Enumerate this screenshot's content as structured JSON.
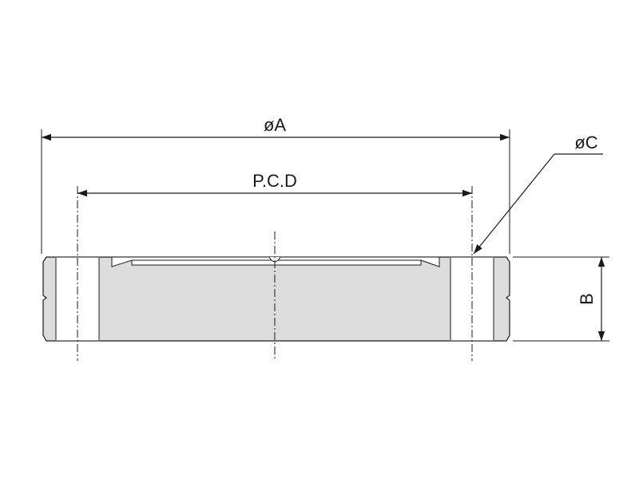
{
  "labels": {
    "outer_diameter": "øA",
    "pitch_circle": "P.C.D",
    "hole_diameter": "øC",
    "thickness": "B"
  },
  "colors": {
    "flange_fill": "#dcdcdc",
    "line": "#1a1a1a",
    "background": "#ffffff"
  }
}
